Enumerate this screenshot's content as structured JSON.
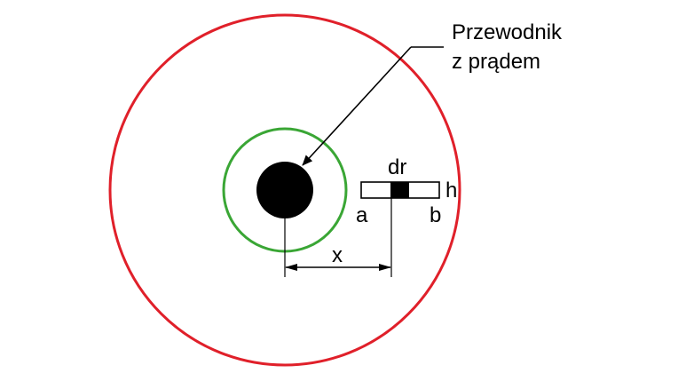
{
  "labels": {
    "conductor_line1": "Przewodnik",
    "conductor_line2": "z prądem",
    "dr": "dr",
    "h": "h",
    "a": "a",
    "b": "b",
    "x": "x"
  },
  "colors": {
    "outer_circle": "#e0202a",
    "inner_circle": "#3aa635",
    "conductor": "#000000",
    "lines": "#000000"
  }
}
